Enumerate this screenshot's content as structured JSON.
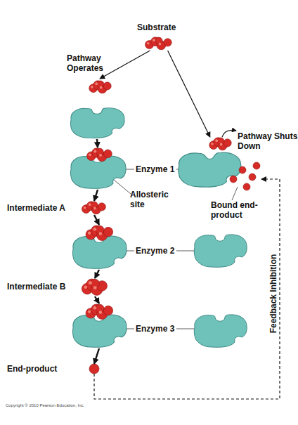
{
  "diagram": {
    "nodes": [
      {
        "text": [
          "Substrate"
        ]
      },
      {
        "text": [
          "Pathway Operates"
        ]
      },
      {
        "text": [
          "Enzyme 1",
          "Allosteric site"
        ]
      },
      {
        "text": [
          "Intermediate A"
        ]
      },
      {
        "text": [
          "Enzyme 2"
        ]
      },
      {
        "text": [
          "Intermediate B"
        ]
      },
      {
        "text": [
          "Enzyme 3"
        ]
      },
      {
        "text": [
          "End-product"
        ]
      },
      {
        "text": [
          "Pathway Shuts Down",
          "Bound end-product"
        ]
      }
    ],
    "edges": [
      {
        "from": 0,
        "to": 1,
        "arrow": "to"
      },
      {
        "from": 0,
        "to": 8,
        "arrow": "to"
      },
      {
        "from": 1,
        "to": 2,
        "arrow": "to"
      },
      {
        "from": 2,
        "to": 3,
        "arrow": "to"
      },
      {
        "from": 3,
        "to": 4,
        "arrow": "to"
      },
      {
        "from": 4,
        "to": 5,
        "arrow": "to"
      },
      {
        "from": 5,
        "to": 6,
        "arrow": "to"
      },
      {
        "from": 6,
        "to": 7,
        "arrow": "to"
      },
      {
        "from": 7,
        "to": 8,
        "arrow": "to",
        "label": "Feedback Inhibition"
      }
    ],
    "labels": [
      "Copyright © 2010 Pearson Education, Inc."
    ]
  }
}
